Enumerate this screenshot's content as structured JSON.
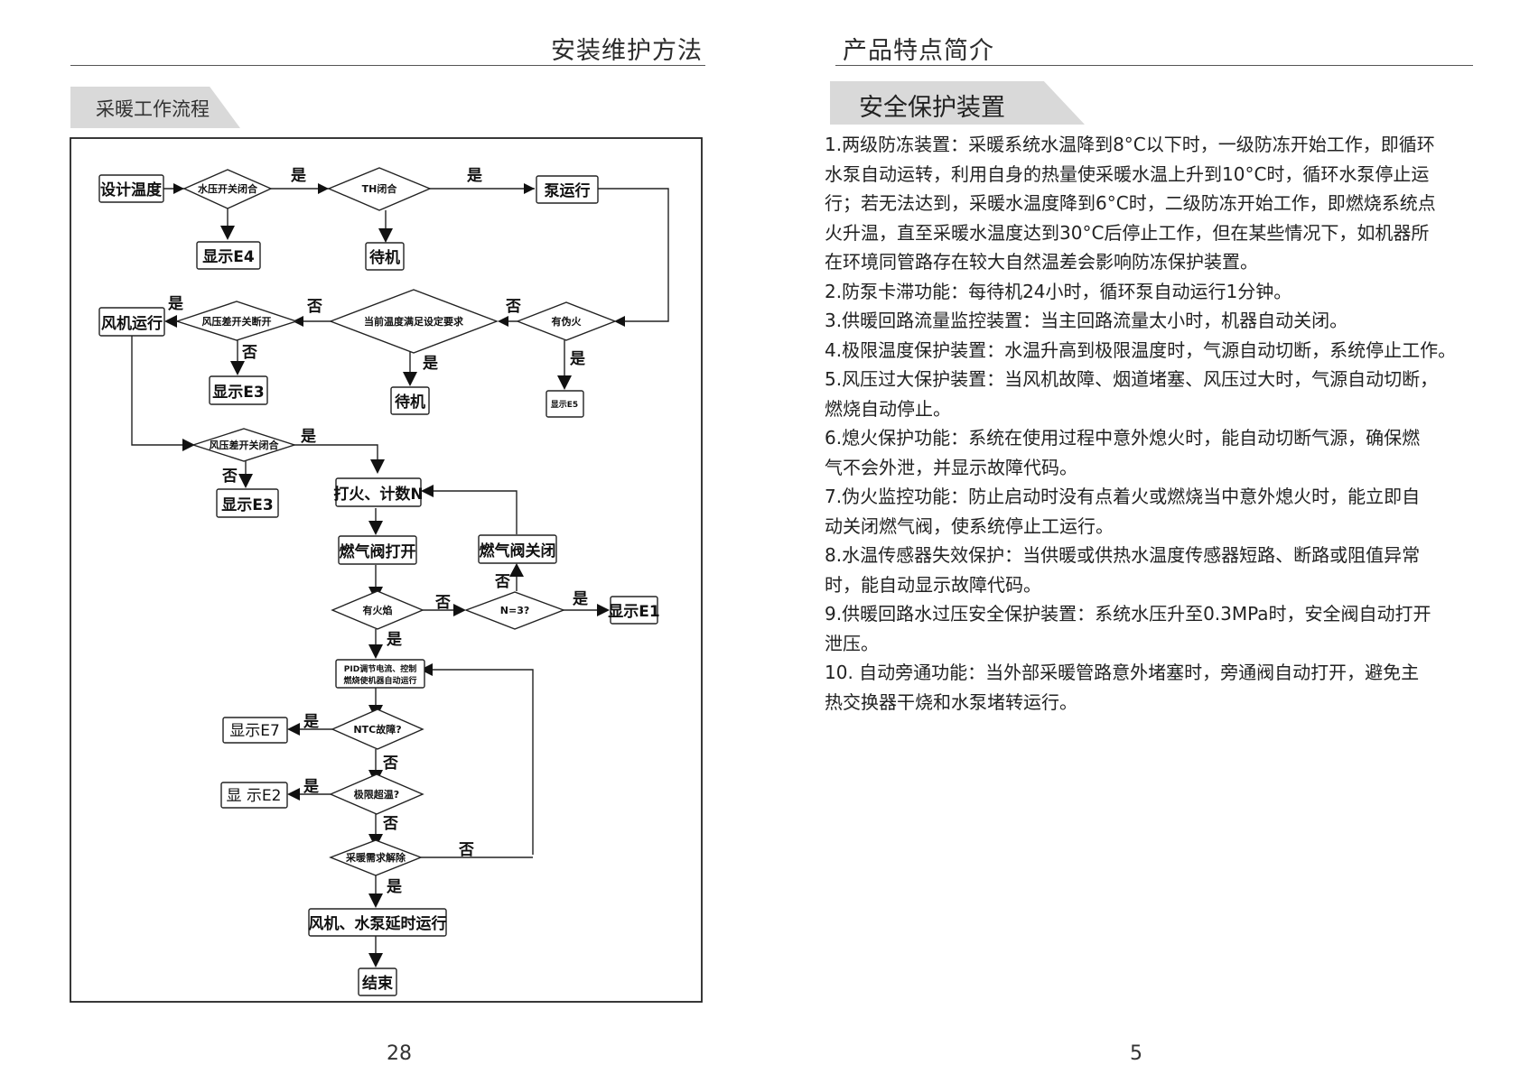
{
  "left_page": {
    "header": "安装维护方法",
    "section_tab": "采暖工作流程",
    "page_number": "28"
  },
  "right_page": {
    "header": "产品特点简介",
    "section_tab": "安全保护装置",
    "page_number": "5",
    "items": [
      "1.两级防冻装置：采暖系统水温降到8°C以下时，一级防冻开始工作，即循环",
      "水泵自动运转，利用自身的热量使采暖水温上升到10°C时，循环水泵停止运",
      "行；若无法达到，采暖水温度降到6°C时，二级防冻开始工作，即燃烧系统点",
      "火升温，直至采暖水温度达到30°C后停止工作，但在某些情况下，如机器所",
      "在环境同管路存在较大自然温差会影响防冻保护装置。",
      "2.防泵卡滞功能：每待机24小时，循环泵自动运行1分钟。",
      "3.供暖回路流量监控装置：当主回路流量太小时，机器自动关闭。",
      "4.极限温度保护装置：水温升高到极限温度时，气源自动切断，系统停止工作。",
      "5.风压过大保护装置：当风机故障、烟道堵塞、风压过大时，气源自动切断，",
      "燃烧自动停止。",
      "6.熄火保护功能：系统在使用过程中意外熄火时，能自动切断气源，确保燃",
      "气不会外泄，并显示故障代码。",
      "7.伪火监控功能：防止启动时没有点着火或燃烧当中意外熄火时，能立即自",
      "动关闭燃气阀，使系统停止工运行。",
      "8.水温传感器失效保护：当供暖或供热水温度传感器短路、断路或阻值异常",
      "时，能自动显示故障代码。",
      "9.供暖回路水过压安全保护装置：系统水压升至0.3MPa时，安全阀自动打开",
      "泄压。",
      "10. 自动旁通功能：当外部采暖管路意外堵塞时，旁通阀自动打开，避免主",
      "热交换器干烧和水泵堵转运行。"
    ]
  },
  "flowchart": {
    "design_temp": "设计温度",
    "water_pressure_switch": "水压开关闭合",
    "th_closed": "TH闭合",
    "pump_running": "泵运行",
    "show_e4": "显示E4",
    "standby_1": "待机",
    "fan_running": "风机运行",
    "wind_switch_open": "风压差开关断开",
    "temp_meets_setting": "当前温度满足设定要求",
    "false_flame": "有伪火",
    "show_e3_a": "显示E3",
    "standby_2": "待机",
    "show_e5": "显示E5",
    "wind_switch_closed": "风压差开关闭合",
    "show_e3_b": "显示E3",
    "ignite_count": "打火、计数N",
    "gas_valve_open": "燃气阀打开",
    "gas_valve_close": "燃气阀关闭",
    "has_flame": "有火焰",
    "n_eq_3": "N=3?",
    "show_e1": "显示E1",
    "pid_line1": "PID调节电流、控制",
    "pid_line2": "燃烧使机器自动运行",
    "ntc_fault": "NTC故障?",
    "show_e7": "显示E7",
    "limit_overheat": "极限超温?",
    "show_e2": "显 示E2",
    "heat_demand_off": "采暖需求解除",
    "fan_pump_delay": "风机、水泵延时运行",
    "end": "结束",
    "yes": "是",
    "no": "否"
  }
}
